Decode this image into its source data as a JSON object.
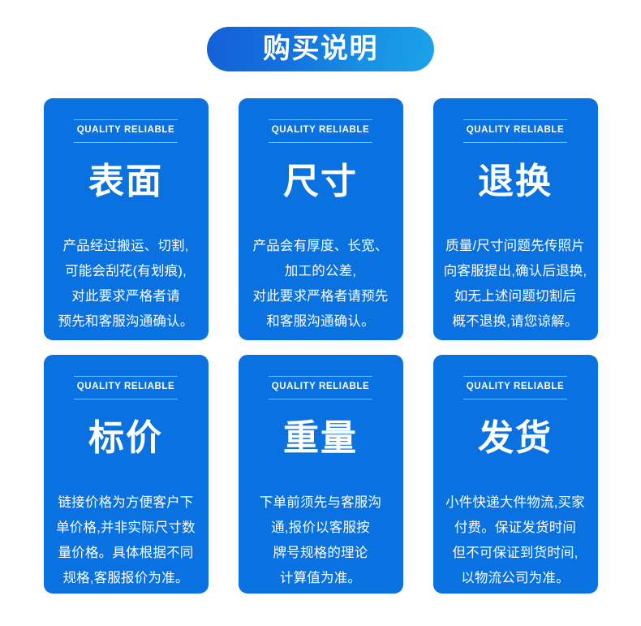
{
  "colors": {
    "page_background": "#FFFFFF",
    "card_background": "#0A72E0",
    "header_gradient_start": "#1460D6",
    "header_gradient_end": "#1CA3E8",
    "rule_line": "#6CC9F5",
    "accent_dash": "#33C0F0",
    "text_primary": "#FFFFFF"
  },
  "header": {
    "title": "购买说明"
  },
  "cards": [
    {
      "eyebrow": "QUALITY  RELIABLE",
      "title": "表面",
      "body": "产品经过搬运、切割,\n可能会刮花(有划痕),\n对此要求严格者请\n预先和客服沟通确认。"
    },
    {
      "eyebrow": "QUALITY  RELIABLE",
      "title": "尺寸",
      "body": "产品会有厚度、长宽、\n加工的公差,\n对此要求严格者请预先\n和客服沟通确认。"
    },
    {
      "eyebrow": "QUALITY  RELIABLE",
      "title": "退换",
      "body": "质量/尺寸问题先传照片\n向客服提出,确认后退换,\n如无上述问题切割后\n概不退换,请您谅解。"
    },
    {
      "eyebrow": "QUALITY  RELIABLE",
      "title": "标价",
      "body": "链接价格为方便客户下\n单价格,并非实际尺寸数\n量价格。具体根据不同\n规格,客服报价为准。"
    },
    {
      "eyebrow": "QUALITY  RELIABLE",
      "title": "重量",
      "body": "下单前须先与客服沟\n通,报价以客服按\n牌号规格的理论\n计算值为准。"
    },
    {
      "eyebrow": "QUALITY  RELIABLE",
      "title": "发货",
      "body": "小件快递大件物流,买家\n付费。保证发货时间\n但不可保证到货时间,\n以物流公司为准。"
    }
  ]
}
